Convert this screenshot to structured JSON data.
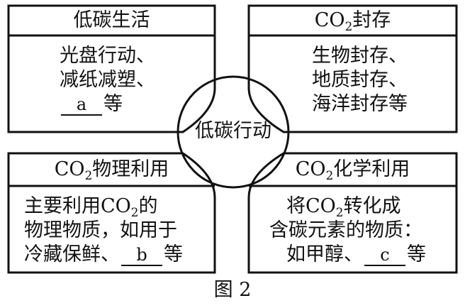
{
  "center": {
    "label": "低碳行动"
  },
  "top_left": {
    "title": "低碳生活",
    "lines": [
      "光盘行动、",
      "减纸减塑、"
    ],
    "blank_label": "a",
    "after_blank": "等"
  },
  "top_right": {
    "title_prefix": "CO",
    "title_sub": "2",
    "title_suffix": "封存",
    "lines": [
      "生物封存、",
      "地质封存、",
      "海洋封存等"
    ]
  },
  "bottom_left": {
    "title_prefix": "CO",
    "title_sub": "2",
    "title_suffix": "物理利用",
    "line1_prefix": "主要利用CO",
    "line1_sub": "2",
    "line1_suffix": "的",
    "line2": "物理物质，如用于",
    "line3_prefix": "冷藏保鲜、",
    "blank_label": "b",
    "after_blank": "等"
  },
  "bottom_right": {
    "title_prefix": "CO",
    "title_sub": "2",
    "title_suffix": "化学利用",
    "line1_prefix": "将CO",
    "line1_sub": "2",
    "line1_suffix": "转化成",
    "line2": "含碳元素的物质：",
    "line3_prefix": "如甲醇、",
    "blank_label": "c",
    "after_blank": "等"
  },
  "caption": "图 2"
}
